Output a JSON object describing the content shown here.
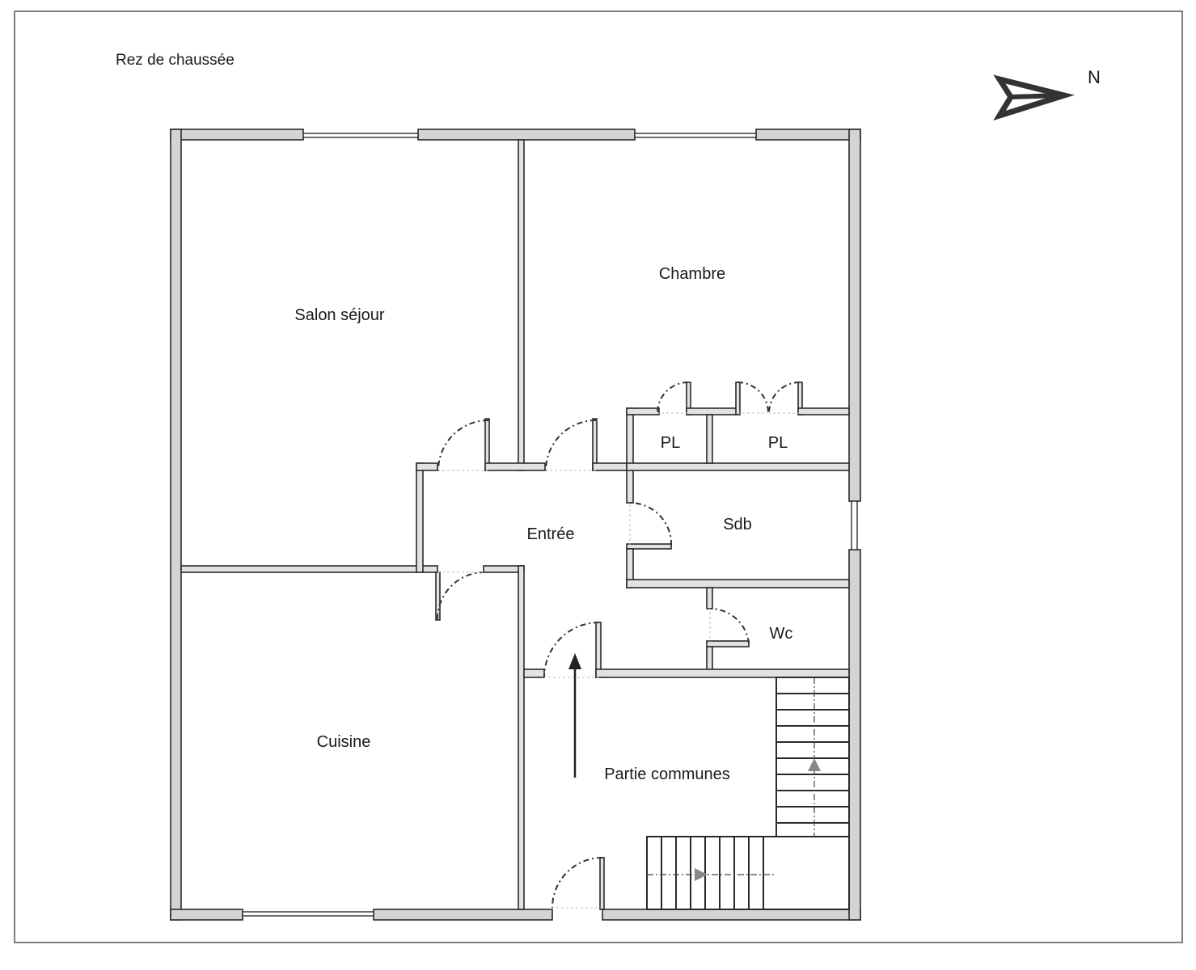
{
  "plan": {
    "title": "Rez de chaussée",
    "north_label": "N",
    "rooms": {
      "salon": "Salon séjour",
      "chambre": "Chambre",
      "entree": "Entrée",
      "placard_1": "PL",
      "placard_2": "PL",
      "sdb": "Sdb",
      "wc": "Wc",
      "cuisine": "Cuisine",
      "parties_communes": "Partie communes"
    }
  },
  "colors": {
    "wall": "#d4d4d4",
    "line": "#2a2a2a"
  }
}
